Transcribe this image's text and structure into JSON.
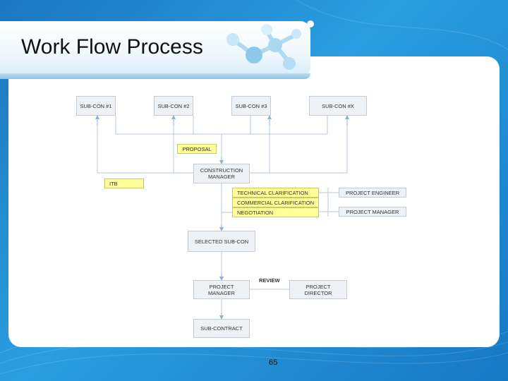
{
  "slide": {
    "title": "Work Flow Process",
    "page_number": "65"
  },
  "diagram": {
    "subcons": [
      "SUB-CON #1",
      "SUB-CON #2",
      "SUB-CON #3",
      "SUB-CON #X"
    ],
    "proposal": "PROPOSAL",
    "construction_manager": "CONSTRUCTION MANAGER",
    "itb": "ITB",
    "technical_clarification": "TECHNICAL CLARIFICATION",
    "commercial_clarification": "COMMERCIAL CLARIFICATION",
    "negotiation": "NEGOTIATION",
    "project_engineer": "PROJECT ENGINEER",
    "project_manager_right": "PROJECT MANAGER",
    "selected_subcon": "SELECTED SUB-CON",
    "review": "REVIEW",
    "project_manager": "PROJECT MANAGER",
    "project_director": "PROJECT DIRECTOR",
    "subcontract": "SUB-CONTRACT"
  },
  "colors": {
    "background": "#1b76c2",
    "box_fill": "#eef1f5",
    "highlight": "#ffff99",
    "connector": "#8fb0cf"
  }
}
